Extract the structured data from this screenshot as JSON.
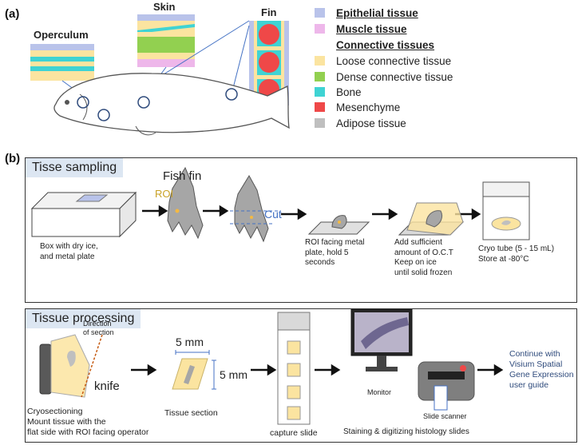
{
  "panel_a": {
    "label": "(a)",
    "operculum_label": "Operculum",
    "skin_label": "Skin",
    "fin_label": "Fin"
  },
  "legend": {
    "epithelial": "Epithelial tissue",
    "muscle": "Muscle tissue",
    "connective_header": "Connective tissues",
    "loose": "Loose connective tissue",
    "dense": "Dense connective tissue",
    "bone": "Bone",
    "mesenchyme": "Mesenchyme",
    "adipose": "Adipose tissue"
  },
  "colors": {
    "epithelial": "#b9c3ea",
    "muscle": "#eeb7ea",
    "loose": "#fbe4a0",
    "dense": "#92d050",
    "bone": "#3fd3d3",
    "mesenchyme": "#ef4848",
    "adipose": "#bfbfbf"
  },
  "panel_b": {
    "label": "(b)",
    "sampling": {
      "title": "Tisse sampling",
      "fish_fin": "Fish fin",
      "roi": "ROI",
      "cut": "Cut",
      "box_caption": [
        "Box with dry ice,",
        "and metal plate"
      ],
      "roi_caption": [
        "ROI facing metal",
        "plate, hold 5",
        "seconds"
      ],
      "oct_caption": [
        "Add sufficient",
        "amount of O.C.T",
        "Keep on ice",
        "until solid frozen"
      ],
      "cryo_caption": [
        "Cryo tube (5 - 15 mL)",
        "Store at -80°C"
      ]
    },
    "processing": {
      "title": "Tissue processing",
      "direction": [
        "Direction",
        "of section"
      ],
      "knife": "knife",
      "cryo_caption": [
        "Cryosectioning",
        "Mount tissue with the",
        "flat side with ROI facing operator"
      ],
      "dim_width": "5 mm",
      "dim_height": "5 mm",
      "section_caption": "Tissue section",
      "capture_caption": "capture slide",
      "monitor": "Monitor",
      "scanner": "Slide scanner",
      "staining_caption": "Staining & digitizing histology slides",
      "continue": [
        "Continue with",
        "Visium Spatial",
        "Gene Expression",
        "user guide"
      ]
    }
  }
}
